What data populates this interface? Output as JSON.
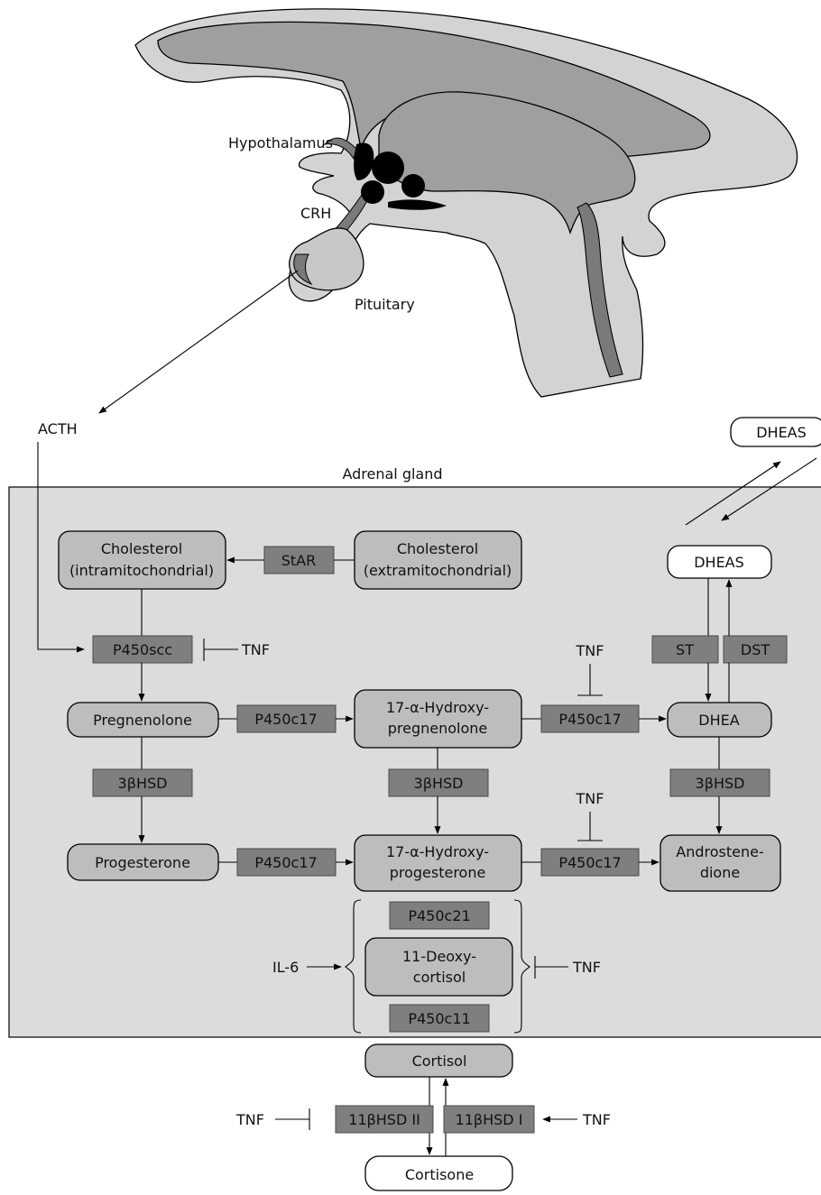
{
  "brain": {
    "hypothalamus": "Hypothalamus",
    "crh": "CRH",
    "pituitary": "Pituitary"
  },
  "acth": "ACTH",
  "adrenal_title": "Adrenal gland",
  "nodes": {
    "dheas_outside": "DHEAS",
    "chol_intra_1": "Cholesterol",
    "chol_intra_2": "(intramitochondrial)",
    "chol_extra_1": "Cholesterol",
    "chol_extra_2": "(extramitochondrial)",
    "dheas_inside": "DHEAS",
    "pregnenolone": "Pregnenolone",
    "ohpreg_1": "17-α-Hydroxy-",
    "ohpreg_2": "pregnenolone",
    "dhea": "DHEA",
    "progesterone": "Progesterone",
    "ohprog_1": "17-α-Hydroxy-",
    "ohprog_2": "progesterone",
    "androst_1": "Androstene-",
    "androst_2": "dione",
    "deoxy_1": "11-Deoxy-",
    "deoxy_2": "cortisol",
    "cortisol": "Cortisol",
    "cortisone": "Cortisone"
  },
  "enzymes": {
    "star": "StAR",
    "p450scc": "P450scc",
    "p450c17_a": "P450c17",
    "p450c17_b": "P450c17",
    "p450c17_c": "P450c17",
    "p450c17_d": "P450c17",
    "hsd3b_a": "3βHSD",
    "hsd3b_b": "3βHSD",
    "hsd3b_c": "3βHSD",
    "st": "ST",
    "dst": "DST",
    "p450c21": "P450c21",
    "p450c11": "P450c11",
    "hsd11b2": "11βHSD II",
    "hsd11b1": "11βHSD I"
  },
  "modulators": {
    "tnf_scc": "TNF",
    "tnf_c17_top": "TNF",
    "tnf_c17_bottom": "TNF",
    "tnf_deoxy": "TNF",
    "tnf_hsd2": "TNF",
    "tnf_hsd1": "TNF",
    "il6": "IL-6"
  },
  "colors": {
    "node_fill": "#bdbdbd",
    "enzyme_fill": "#7f7f7f",
    "adrenal_fill": "#dcdcdc",
    "brain_light": "#d3d3d3",
    "brain_mid": "#9f9f9f",
    "brain_dark": "#7a7a7a"
  }
}
